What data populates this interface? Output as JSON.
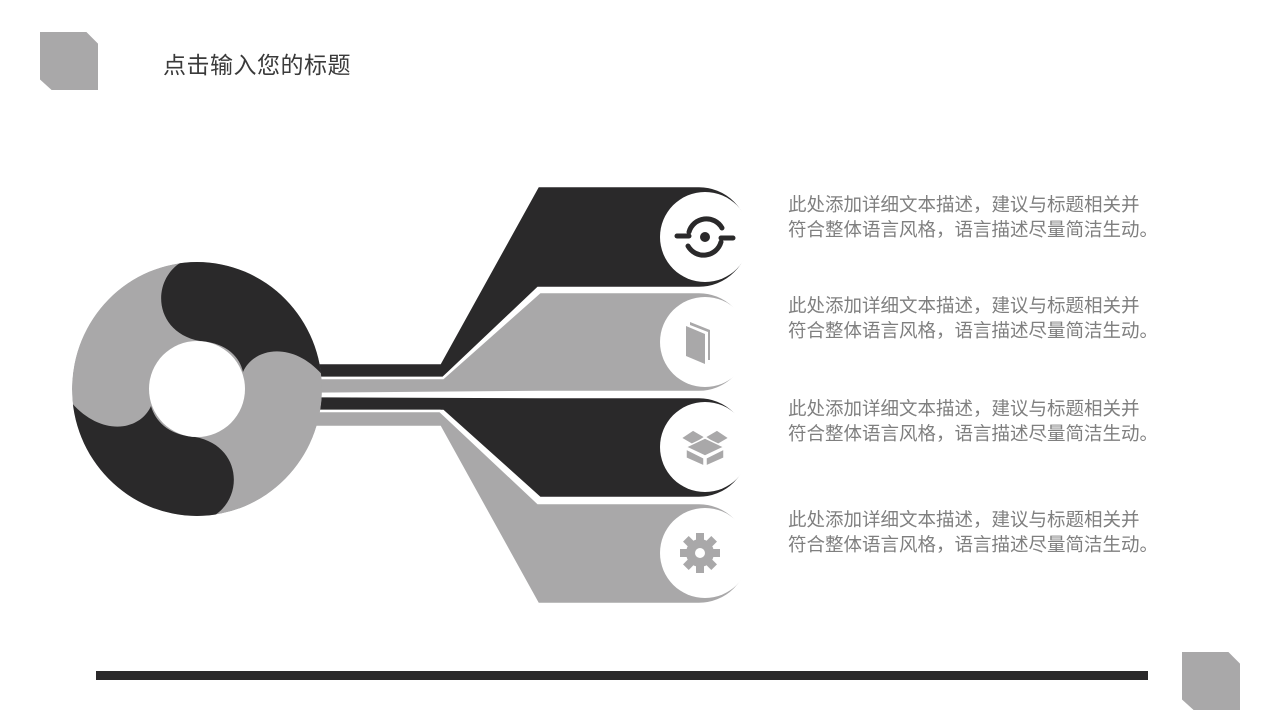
{
  "slide": {
    "title": "点击输入您的标题"
  },
  "colors": {
    "dark": "#2a292a",
    "gray": "#a9a8a9",
    "text": "#7f7f7f"
  },
  "items": [
    {
      "icon": "sync-eye-icon",
      "line1": "此处添加详细文本描述，建议与标题相关并",
      "line2": "符合整体语言风格，语言描述尽量简洁生动。"
    },
    {
      "icon": "book-icon",
      "line1": "此处添加详细文本描述，建议与标题相关并",
      "line2": "符合整体语言风格，语言描述尽量简洁生动。"
    },
    {
      "icon": "box-icon",
      "line1": "此处添加详细文本描述，建议与标题相关并",
      "line2": "符合整体语言风格，语言描述尽量简洁生动。"
    },
    {
      "icon": "gear-icon",
      "line1": "此处添加详细文本描述，建议与标题相关并",
      "line2": "符合整体语言风格，语言描述尽量简洁生动。"
    }
  ]
}
